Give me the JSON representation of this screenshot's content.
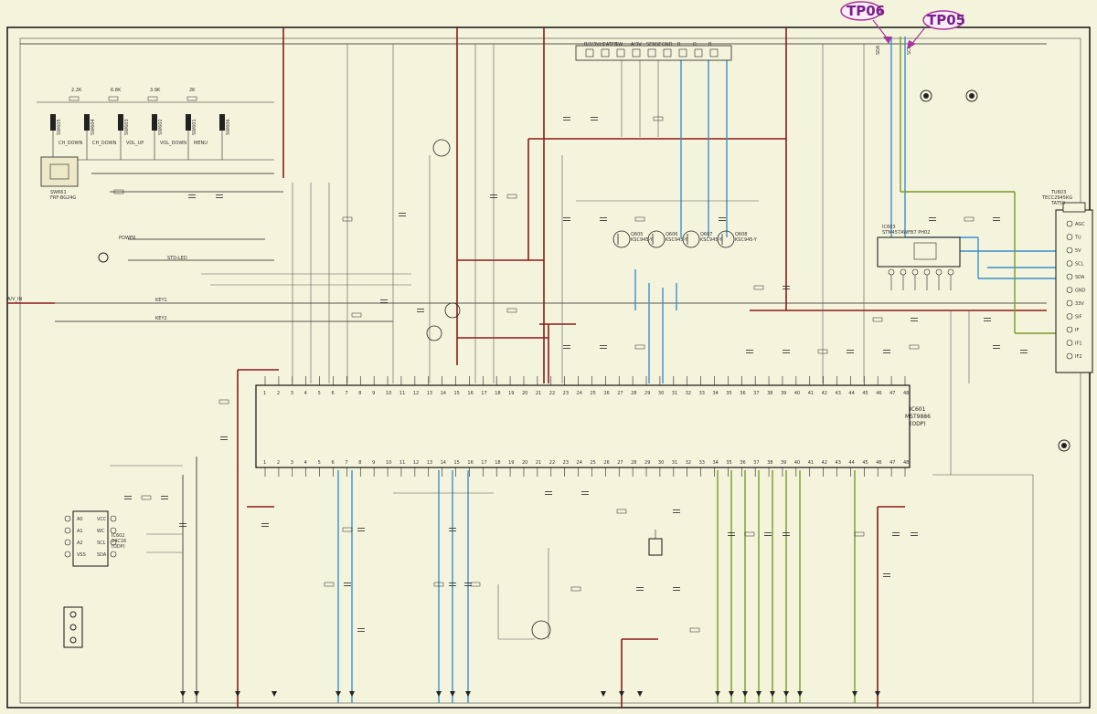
{
  "testpoints": [
    {
      "label": "TP06"
    },
    {
      "label": "TP05"
    }
  ],
  "ic_main": {
    "ref": "IC601",
    "part": "MST9886",
    "pkg": "(ODP)"
  },
  "ic_eeprom": {
    "ref": "IC602",
    "part": "24C16",
    "pkg": "(ODP)"
  },
  "ic_tuner": {
    "ref": "TU603",
    "part": "TECC2945KG",
    "pkg": "TAT58"
  },
  "ic_mid": {
    "ref": "IC603",
    "part": "STM457AWFB7 PH02"
  },
  "switches": [
    {
      "ref": "SW605",
      "fn": "CH_DOWN"
    },
    {
      "ref": "SW604",
      "fn": "CH_DOWN"
    },
    {
      "ref": "SW603",
      "fn": "VOL_UP"
    },
    {
      "ref": "SW602",
      "fn": "VOL_DOWN"
    },
    {
      "ref": "SW601",
      "fn": "MENU"
    },
    {
      "ref": "SW606",
      "fn": ""
    }
  ],
  "switch_resistors": [
    "2.2K",
    "6.8K",
    "3.9K",
    "2K"
  ],
  "header_pins": [
    "B/2/3V",
    "HEATER",
    "SW",
    "A/3V",
    "SENSE",
    "GND",
    "R",
    "G",
    "B"
  ],
  "net_labels": {
    "power": "POWER",
    "std_led": "STD-LED",
    "key1": "KEY1",
    "key2": "KEY2",
    "av_in": "A/V_IN",
    "sda": "SDA",
    "scl": "SCL"
  },
  "power_ic": {
    "ref": "SW661",
    "part": "FRF-BG24G"
  },
  "transistors": [
    {
      "ref": "Q605",
      "part": "KSC945-Y"
    },
    {
      "ref": "Q606",
      "part": "KSC945-Y"
    },
    {
      "ref": "Q607",
      "part": "KSC945-Y"
    },
    {
      "ref": "Q608",
      "part": "KSC945-Y"
    }
  ],
  "ic_pins_top": [
    "1",
    "2",
    "3",
    "4",
    "5",
    "6",
    "7",
    "8",
    "9",
    "10",
    "11",
    "12",
    "13",
    "14",
    "15",
    "16",
    "17",
    "18",
    "19",
    "20",
    "21",
    "22",
    "23",
    "24",
    "25",
    "26",
    "27",
    "28",
    "29",
    "30",
    "31",
    "32",
    "33",
    "34",
    "35",
    "36",
    "37",
    "38",
    "39",
    "40",
    "41",
    "42",
    "43",
    "44",
    "45",
    "46",
    "47",
    "48"
  ],
  "ic_pins_bottom": [
    "1",
    "2",
    "3",
    "4",
    "5",
    "6",
    "7",
    "8",
    "9",
    "10",
    "11",
    "12",
    "13",
    "14",
    "15",
    "16",
    "17",
    "18",
    "19",
    "20",
    "21",
    "22",
    "23",
    "24",
    "25",
    "26",
    "27",
    "28",
    "29",
    "30",
    "31",
    "32",
    "33",
    "34",
    "35",
    "36",
    "37",
    "38",
    "39",
    "40",
    "41",
    "42",
    "43",
    "44",
    "45",
    "46",
    "47",
    "48"
  ],
  "eeprom_pins": [
    "A0",
    "A1",
    "A2",
    "VSS",
    "VCC",
    "WC",
    "SCL",
    "SDA"
  ],
  "tuner_pins": [
    "AGC",
    "TU",
    "5V",
    "SCL",
    "SDA",
    "GND",
    "33V",
    "SIF",
    "IF",
    "IF1",
    "IF2"
  ]
}
